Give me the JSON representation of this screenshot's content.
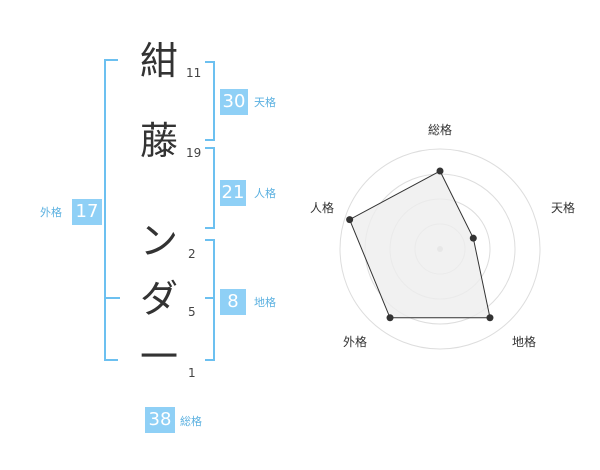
{
  "name": {
    "chars": [
      "紺",
      "藤",
      "ン",
      "ダ",
      "一"
    ],
    "strokes": [
      "11",
      "19",
      "2",
      "5",
      "1"
    ]
  },
  "scores": {
    "tenkaku": {
      "value": "30",
      "label": "天格"
    },
    "jinkaku": {
      "value": "21",
      "label": "人格"
    },
    "chikaku": {
      "value": "8",
      "label": "地格"
    },
    "gaikaku": {
      "value": "17",
      "label": "外格"
    },
    "soukaku": {
      "value": "38",
      "label": "総格"
    }
  },
  "colors": {
    "accent": "#8fd0f6",
    "bracket": "#6cc0f0",
    "label": "#5ab0e0",
    "radar_fill": "#eeeeee",
    "radar_line": "#333333",
    "grid": "#dddddd"
  },
  "chart_data": {
    "type": "radar",
    "axes": [
      "総格",
      "天格",
      "地格",
      "外格",
      "人格"
    ],
    "values": [
      0.78,
      0.35,
      0.85,
      0.85,
      0.95
    ],
    "max": 1,
    "rings": 4,
    "grid": true
  }
}
